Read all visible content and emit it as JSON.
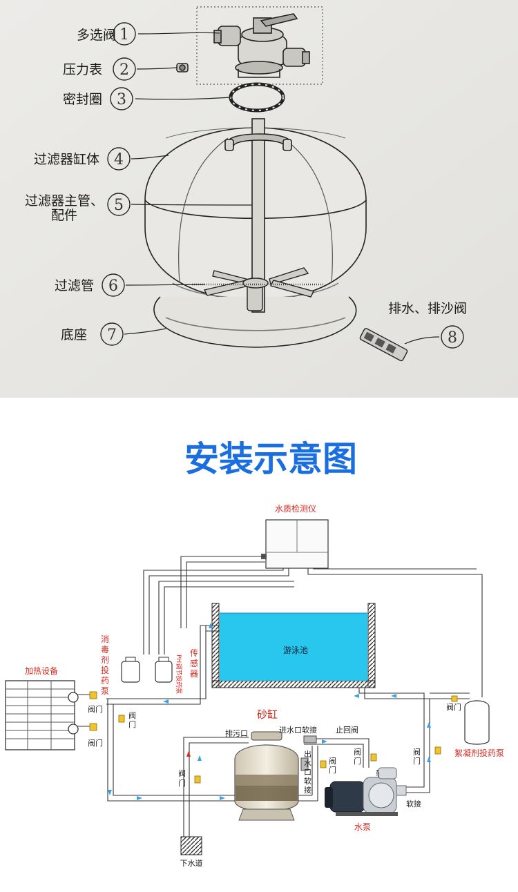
{
  "parts": [
    {
      "num": "1",
      "name": "多选阀"
    },
    {
      "num": "2",
      "name": "压力表"
    },
    {
      "num": "3",
      "name": "密封圈"
    },
    {
      "num": "4",
      "name": "过滤器缸体"
    },
    {
      "num": "5",
      "name": "过滤器主管、",
      "name2": "配件"
    },
    {
      "num": "6",
      "name": "过滤管"
    },
    {
      "num": "7",
      "name": "底座"
    },
    {
      "num": "8",
      "name": "排水、排沙阀"
    }
  ],
  "title": "安装示意图",
  "install": {
    "monitor": "水质检测仪",
    "pool": "游泳池",
    "heater": "加热设备",
    "disinfect_pump": "消毒剂投药泵",
    "ph_pump": "PH调节投药泵",
    "sensor": "传感器",
    "sand_tank": "砂缸",
    "drain_port": "排污口",
    "inlet_hose": "进水口软接",
    "check_valve": "止回阀",
    "outlet_hose": "出水口软接",
    "hose": "软接",
    "valve": "阀门",
    "floc_pump": "絮凝剂投药泵",
    "water_pump": "水泵",
    "sewer": "下水道"
  },
  "colors": {
    "title": "#1a6ee0",
    "red_label": "#d8281f",
    "pool": "#29c6ee",
    "flow_arrow": "#3aa0e8"
  }
}
